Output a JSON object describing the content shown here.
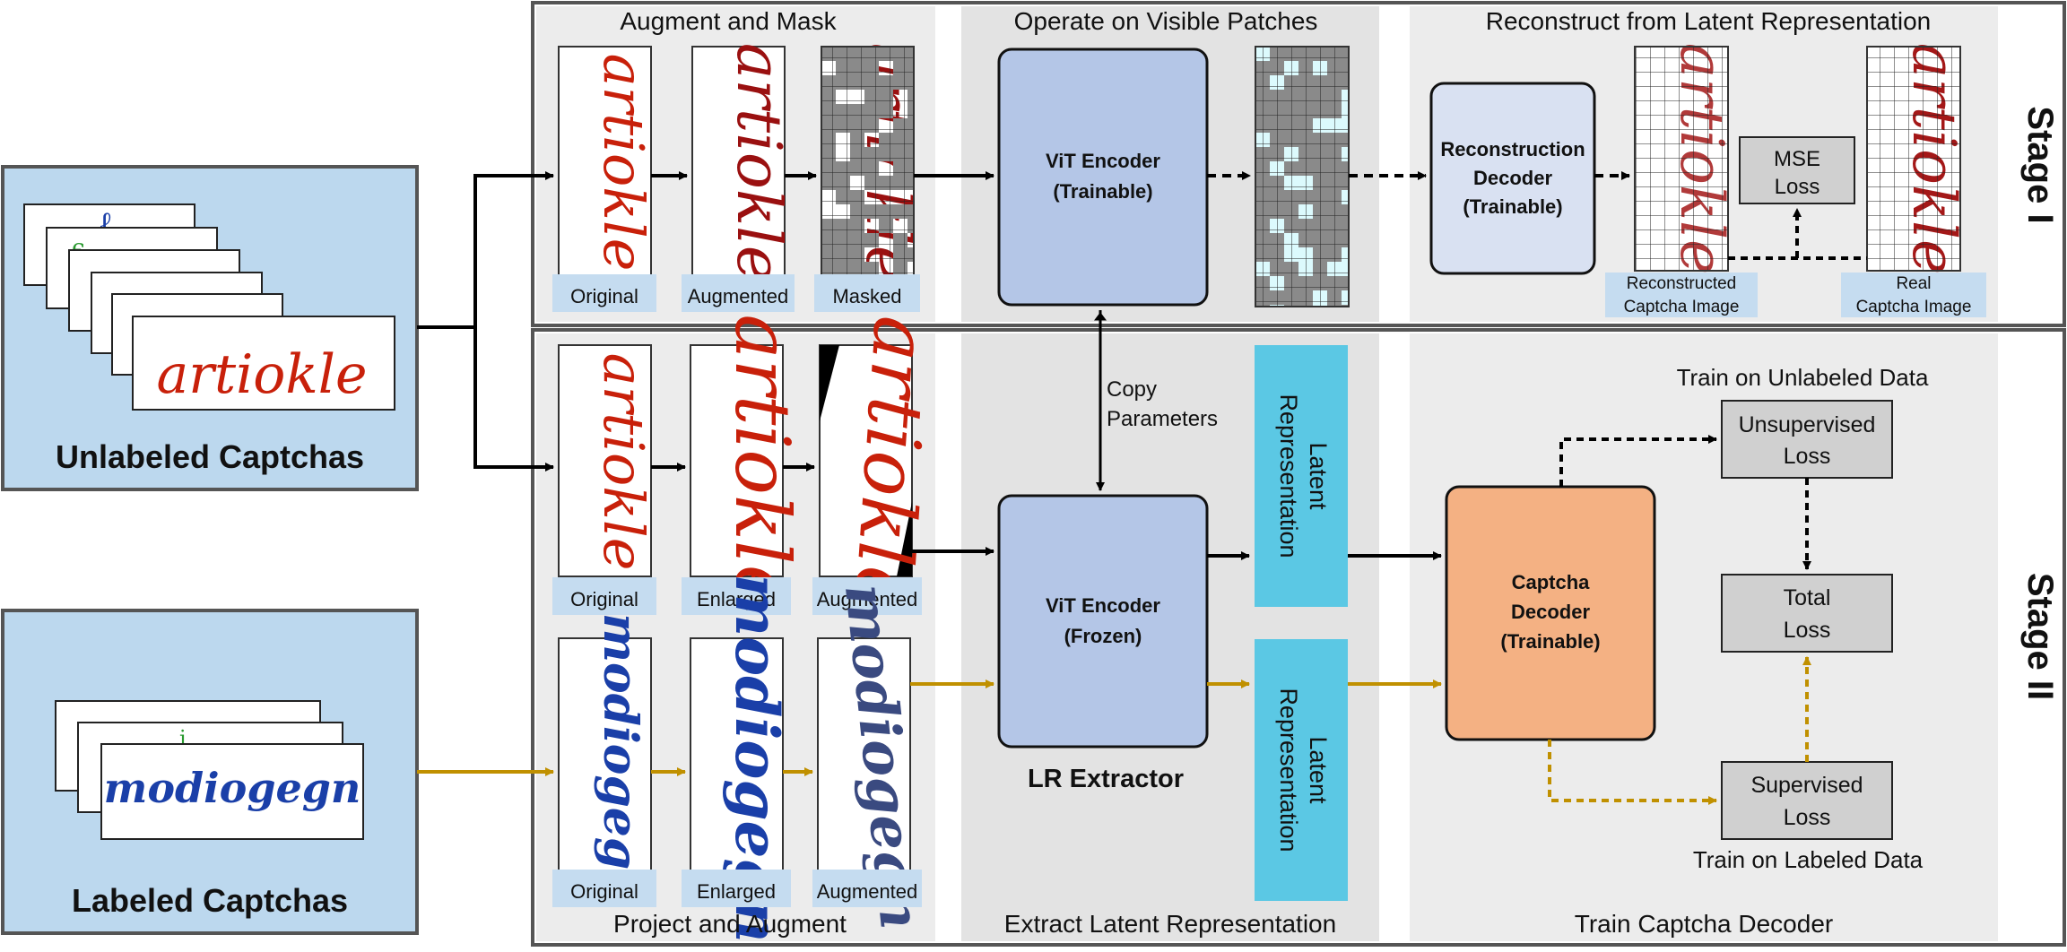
{
  "colors": {
    "panel_light": "#ececec",
    "panel_mid": "#e3e3e3",
    "input_box": "#bcd8ee",
    "vit_encoder": "#b4c6e7",
    "recon_decoder": "#d9e1f2",
    "latent": "#5bc8e4",
    "captcha_decoder": "#f4b183",
    "loss_box": "#d0d0d0",
    "label_chip": "#c5dcf0",
    "black_arrow": "#000000",
    "gold_arrow": "#c09000",
    "captcha_red": "#c8200a",
    "captcha_blue": "#1a3fa8",
    "visible_patch": "#dcfafd",
    "masked_patch": "#8a8a8a"
  },
  "inputs": {
    "unlabeled_title": "Unlabeled Captchas",
    "unlabeled_sample": "artiokle",
    "labeled_title": "Labeled Captchas",
    "labeled_sample": "modiogegn"
  },
  "stage1": {
    "label": "Stage I",
    "augment_title": "Augment and Mask",
    "thumb_labels": [
      "Original",
      "Augmented",
      "Masked"
    ],
    "operate_title": "Operate on Visible Patches",
    "encoder_title": "ViT Encoder",
    "encoder_sub": "(Trainable)",
    "reconstruct_title": "Reconstruct from Latent Representation",
    "decoder_title_1": "Reconstruction",
    "decoder_title_2": "Decoder",
    "decoder_sub": "(Trainable)",
    "mse_line1": "MSE",
    "mse_line2": "Loss",
    "recon_label_1": "Reconstructed",
    "recon_label_2": "Captcha Image",
    "real_label_1": "Real",
    "real_label_2": "Captcha Image"
  },
  "stage2": {
    "label": "Stage II",
    "copy_line1": "Copy",
    "copy_line2": "Parameters",
    "unlabeled_thumb_labels": [
      "Original",
      "Enlarged",
      "Augmented"
    ],
    "labeled_thumb_labels": [
      "Original",
      "Enlarged",
      "Augmented"
    ],
    "encoder_title": "ViT Encoder",
    "encoder_sub": "(Frozen)",
    "lr_extractor": "LR Extractor",
    "latent_line1": "Latent",
    "latent_line2": "Representation",
    "decoder_title_1": "Captcha",
    "decoder_title_2": "Decoder",
    "decoder_sub": "(Trainable)",
    "train_unlabeled": "Train on Unlabeled Data",
    "unsup_line1": "Unsupervised",
    "unsup_line2": "Loss",
    "total_line1": "Total",
    "total_line2": "Loss",
    "sup_line1": "Supervised",
    "sup_line2": "Loss",
    "train_labeled": "Train on Labeled Data",
    "project_title": "Project and Augment",
    "extract_title": "Extract Latent Representation",
    "train_title": "Train Captcha Decoder"
  }
}
